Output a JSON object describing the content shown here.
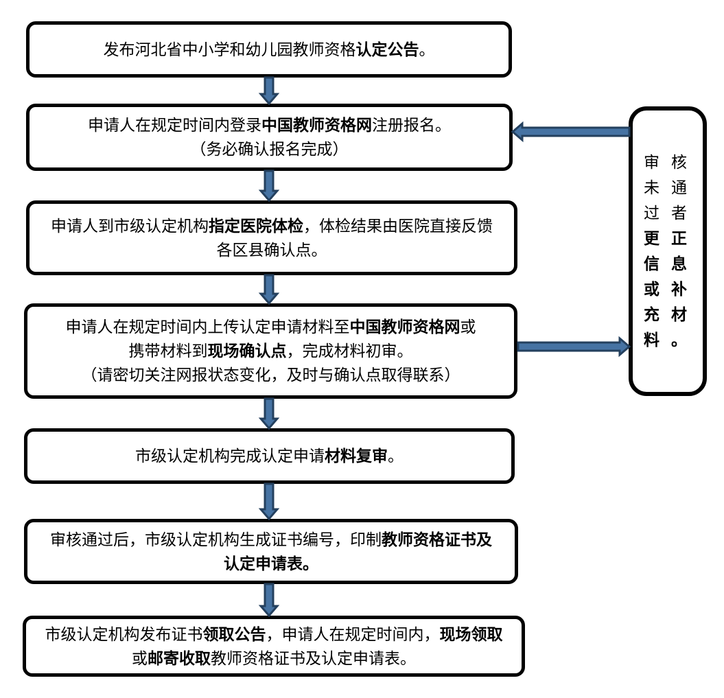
{
  "colors": {
    "background": "#ffffff",
    "box_border": "#010101",
    "text": "#000000",
    "arrow_fill": "#4673a3",
    "arrow_outline": "#24405e"
  },
  "flow": {
    "steps": [
      {
        "lines": [
          [
            {
              "t": "发布河北省中小学和幼儿园教师资格"
            },
            {
              "t": "认定公告",
              "b": true
            },
            {
              "t": "。"
            }
          ]
        ]
      },
      {
        "lines": [
          [
            {
              "t": "申请人在规定时间内登录"
            },
            {
              "t": "中国教师资格网",
              "b": true
            },
            {
              "t": "注册报名。"
            }
          ],
          [
            {
              "t": "（务必确认报名完成）"
            }
          ]
        ]
      },
      {
        "lines": [
          [
            {
              "t": "申请人到市级认定机构"
            },
            {
              "t": "指定医院体检",
              "b": true
            },
            {
              "t": "，体检结果由医院直接反馈"
            }
          ],
          [
            {
              "t": "各区县确认点。"
            }
          ]
        ]
      },
      {
        "lines": [
          [
            {
              "t": "申请人在规定时间内上传认定申请材料至"
            },
            {
              "t": "中国教师资格网",
              "b": true
            },
            {
              "t": "或"
            }
          ],
          [
            {
              "t": "携带材料到"
            },
            {
              "t": "现场确认点",
              "b": true
            },
            {
              "t": "，完成材料初审。"
            }
          ],
          [
            {
              "t": "（请密切关注网报状态变化，及时与确认点取得联系）"
            }
          ]
        ]
      },
      {
        "lines": [
          [
            {
              "t": "市级认定机构完成认定申请"
            },
            {
              "t": "材料复审",
              "b": true
            },
            {
              "t": "。"
            }
          ]
        ]
      },
      {
        "lines": [
          [
            {
              "t": "审核通过后，市级认定机构生成证书编号，印制"
            },
            {
              "t": "教师资格证书及",
              "b": true
            }
          ],
          [
            {
              "t": "认定申请表。",
              "b": true
            }
          ]
        ]
      },
      {
        "lines": [
          [
            {
              "t": "市级认定机构发布证书"
            },
            {
              "t": "领取公告",
              "b": true
            },
            {
              "t": "，申请人在规定时间内，"
            },
            {
              "t": "现场领取",
              "b": true
            }
          ],
          [
            {
              "t": "或"
            },
            {
              "t": "邮寄收取",
              "b": true
            },
            {
              "t": "教师资格证书及认定申请表。"
            }
          ]
        ]
      }
    ],
    "side_note": {
      "segments": [
        {
          "t": "审核未通过者"
        },
        {
          "t": "更正信息或补充材料。",
          "b": true
        }
      ]
    }
  }
}
